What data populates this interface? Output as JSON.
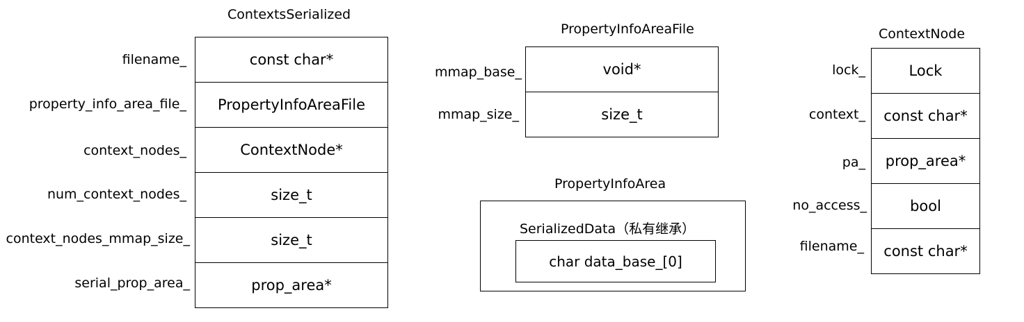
{
  "contexts_serialized": {
    "title": "ContextsSerialized",
    "fields": [
      {
        "name": "filename_",
        "type": "const char*"
      },
      {
        "name": "property_info_area_file_",
        "type": "PropertyInfoAreaFile"
      },
      {
        "name": "context_nodes_",
        "type": "ContextNode*"
      },
      {
        "name": "num_context_nodes_",
        "type": "size_t"
      },
      {
        "name": "context_nodes_mmap_size_",
        "type": "size_t"
      },
      {
        "name": "serial_prop_area_",
        "type": "prop_area*"
      }
    ]
  },
  "property_info_area_file": {
    "title": "PropertyInfoAreaFile",
    "fields": [
      {
        "name": "mmap_base_",
        "type": "void*"
      },
      {
        "name": "mmap_size_",
        "type": "size_t"
      }
    ]
  },
  "property_info_area": {
    "title": "PropertyInfoArea",
    "inner_title": "SerializedData（私有继承）",
    "inner_field": "char data_base_[0]"
  },
  "context_node": {
    "title": "ContextNode",
    "fields": [
      {
        "name": "lock_",
        "type": "Lock"
      },
      {
        "name": "context_",
        "type": "const char*"
      },
      {
        "name": "pa_",
        "type": "prop_area*"
      },
      {
        "name": "no_access_",
        "type": "bool"
      },
      {
        "name": "filename_",
        "type": "const char*"
      }
    ]
  }
}
